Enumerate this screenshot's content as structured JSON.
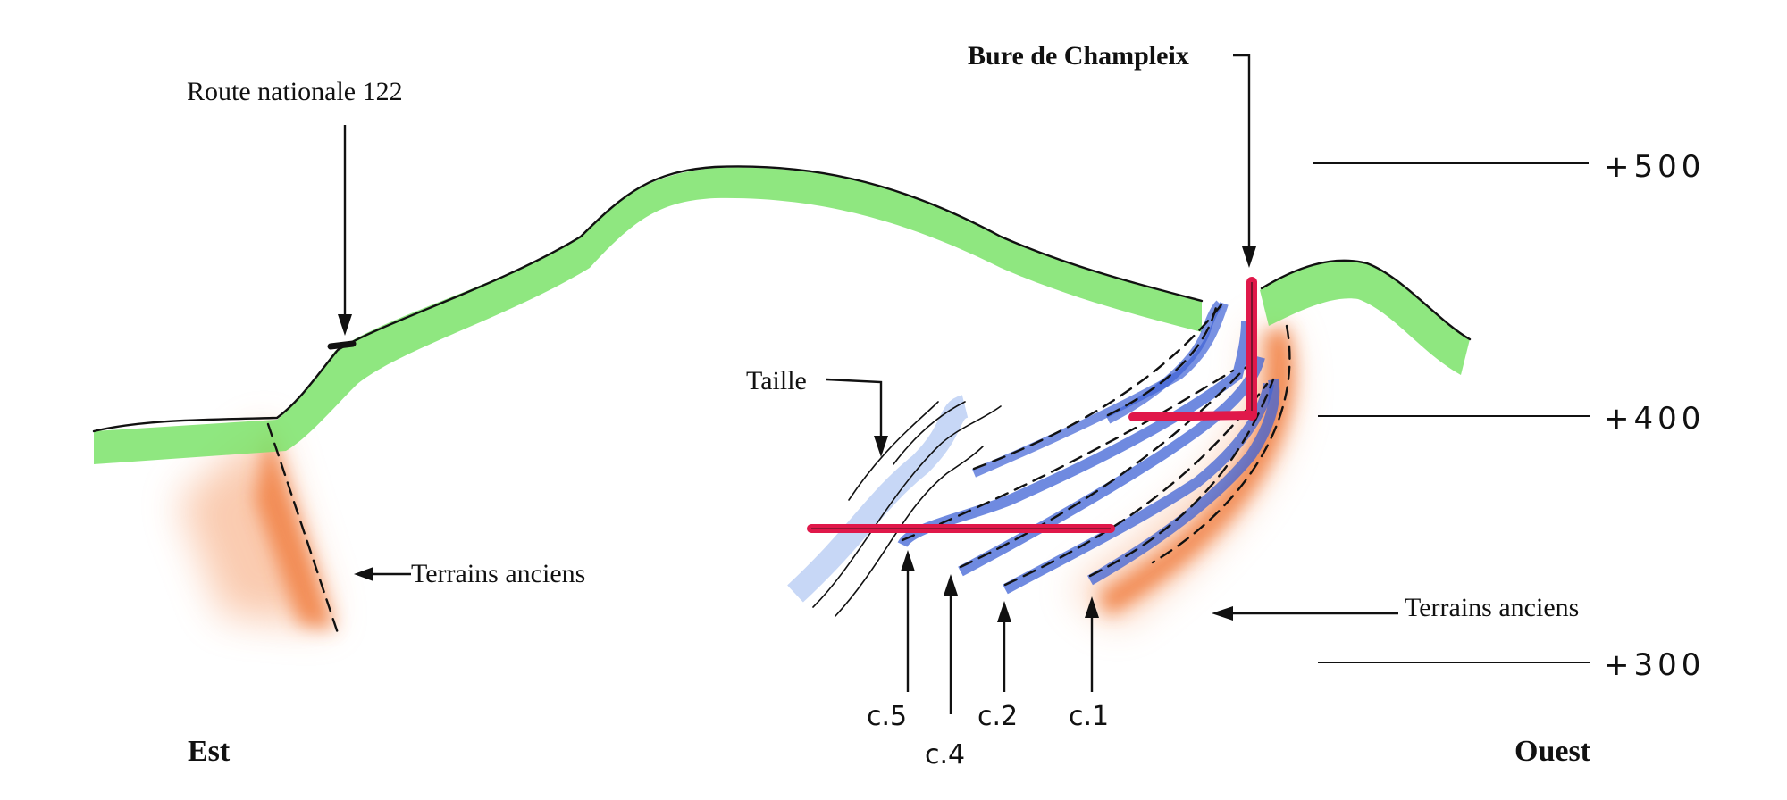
{
  "labels": {
    "route": "Route nationale 122",
    "bure": "Bure de Champleix",
    "taille": "Taille",
    "terrains_left": "Terrains anciens",
    "terrains_right": "Terrains anciens",
    "est": "Est",
    "ouest": "Ouest"
  },
  "altitudes": [
    "+500",
    "+400",
    "+300"
  ],
  "veins": [
    "c.5",
    "c.4",
    "c.2",
    "c.1"
  ],
  "colors": {
    "surface": "#7be36a",
    "veins": "#3f63d6",
    "shaft": "#e0184a",
    "old_terrain": "#f07a3a"
  }
}
